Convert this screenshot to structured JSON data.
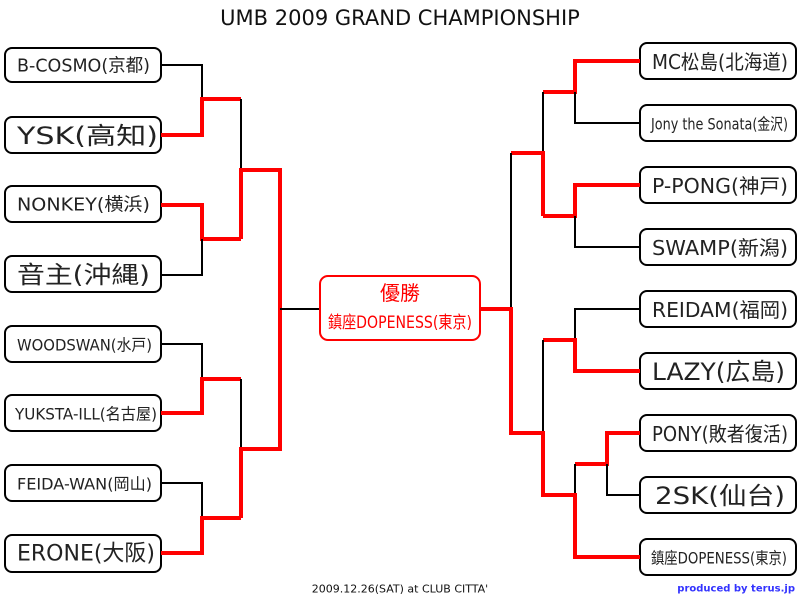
{
  "title": "UMB 2009 GRAND CHAMPIONSHIP",
  "footer": {
    "event": "2009.12.26(SAT) at CLUB CITTA'",
    "credit": "produced by terus.jp"
  },
  "colors": {
    "winner_line": "#ff0000",
    "credit": "#3333ff"
  },
  "champion": {
    "label": "優勝",
    "name": "鎮座DOPENESS(東京)"
  },
  "left": [
    "B-COSMO(京都)",
    "YSK(高知)",
    "NONKEY(横浜)",
    "音主(沖縄)",
    "WOODSWAN(水戸)",
    "YUKSTA-ILL(名古屋)",
    "FEIDA-WAN(岡山)",
    "ERONE(大阪)"
  ],
  "right": [
    "MC松島(北海道)",
    "Jony the Sonata(金沢)",
    "P-PONG(神戸)",
    "SWAMP(新潟)",
    "REIDAM(福岡)",
    "LAZY(広島)",
    "PONY(敗者復活)",
    "2SK(仙台)",
    "鎮座DOPENESS(東京)"
  ]
}
